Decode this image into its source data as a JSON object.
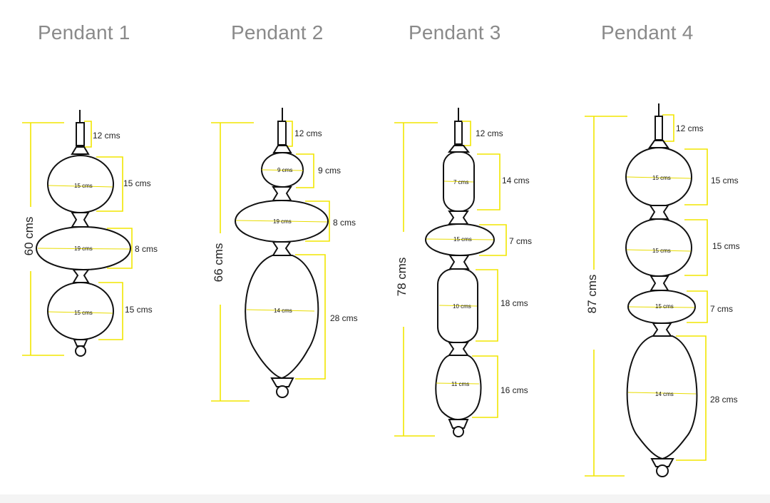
{
  "titles": [
    "Pendant 1",
    "Pendant 2",
    "Pendant 3",
    "Pendant 4"
  ],
  "pendants": [
    {
      "name": "Pendant 1",
      "total": "60 cms",
      "cap": "12 cms",
      "parts": [
        {
          "shape": "sphere",
          "outer": "15 cms",
          "inner": "15 cms"
        },
        {
          "shape": "disc",
          "outer": "8 cms",
          "inner": "19 cms"
        },
        {
          "shape": "sphere",
          "outer": "15 cms",
          "inner": "15 cms"
        }
      ]
    },
    {
      "name": "Pendant 2",
      "total": "66 cms",
      "cap": "12 cms",
      "parts": [
        {
          "shape": "small-sphere",
          "outer": "9 cms",
          "inner": "9 cms"
        },
        {
          "shape": "disc",
          "outer": "8 cms",
          "inner": "19 cms"
        },
        {
          "shape": "long-oval",
          "outer": "28 cms",
          "inner": "14 cms"
        }
      ]
    },
    {
      "name": "Pendant 3",
      "total": "78 cms",
      "cap": "12 cms",
      "parts": [
        {
          "shape": "capsule",
          "outer": "14 cms",
          "inner": "7 cms"
        },
        {
          "shape": "disc",
          "outer": "7 cms",
          "inner": "15 cms"
        },
        {
          "shape": "capsule",
          "outer": "18 cms",
          "inner": "10 cms"
        },
        {
          "shape": "oval",
          "outer": "16 cms",
          "inner": "11 cms"
        }
      ]
    },
    {
      "name": "Pendant 4",
      "total": "87 cms",
      "cap": "12 cms",
      "parts": [
        {
          "shape": "sphere",
          "outer": "15 cms",
          "inner": "15 cms"
        },
        {
          "shape": "sphere",
          "outer": "15 cms",
          "inner": "15 cms"
        },
        {
          "shape": "disc",
          "outer": "7 cms",
          "inner": "15 cms"
        },
        {
          "shape": "long-oval",
          "outer": "28 cms",
          "inner": "14 cms"
        }
      ]
    }
  ],
  "colors": {
    "outline": "#111111",
    "dimension": "#f2e600",
    "title": "#8a8a8a"
  }
}
